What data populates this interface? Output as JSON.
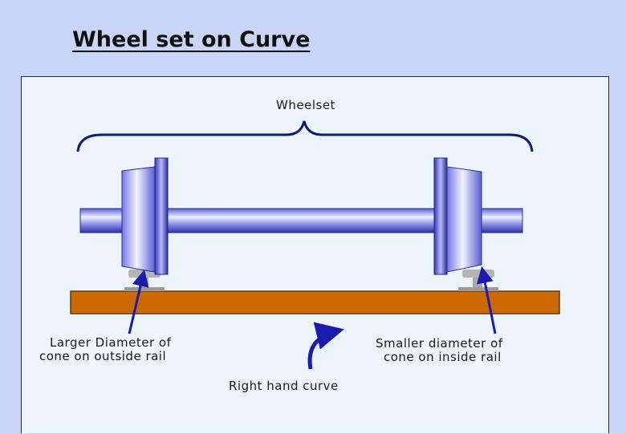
{
  "title": "Wheel set on Curve",
  "diagram": {
    "wheelset_label": "Wheelset",
    "left_label_line1": "Larger Diameter of",
    "left_label_line2": "cone on outside rail",
    "right_label_line1": "Smaller diameter of",
    "right_label_line2": "cone on inside rail",
    "curve_label": "Right hand curve"
  },
  "colors": {
    "background": "#c9d5f7",
    "panel": "#ecf5fb",
    "rail_bed": "#cc6a00",
    "wheel_blue": "#4a4fd9",
    "arrow_blue": "#1b1bb0"
  }
}
